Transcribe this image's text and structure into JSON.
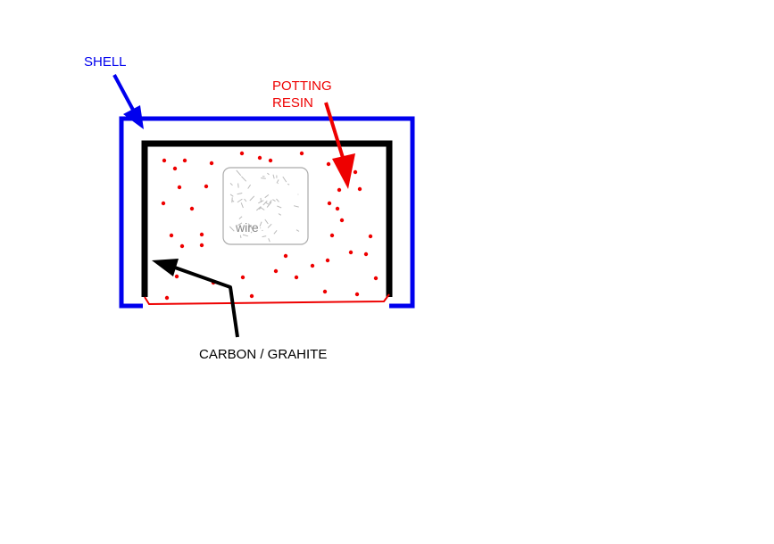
{
  "labels": {
    "shell": "SHELL",
    "potting_line1": "POTTING",
    "potting_line2": "RESIN",
    "carbon": "CARBON / GRAHITE",
    "wire": "wire"
  },
  "colors": {
    "shell": "#0000ee",
    "potting": "#ee0000",
    "carbon": "#000000",
    "wire_text": "#888888",
    "wire_outline": "#aaaaaa"
  }
}
